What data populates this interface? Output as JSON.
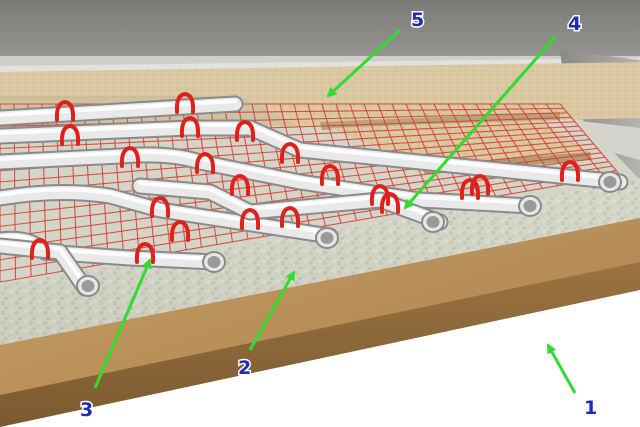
{
  "callouts": [
    {
      "number": "1"
    },
    {
      "number": "2"
    },
    {
      "number": "3"
    },
    {
      "number": "4"
    },
    {
      "number": "5"
    }
  ],
  "colors": {
    "wall": "#8f8e8b",
    "wall_trim": "#d4d3cf",
    "base_slab": "#b68c57",
    "insulation": "#d2d4c6",
    "screed": "#d8c7a0",
    "mesh": "#d93a2c",
    "pipe": "#eeeeee",
    "clip": "#e0201a",
    "arrow": "#2fdc2f",
    "label": "#1d2bb8"
  },
  "icons": {
    "arrow": "arrow-icon"
  }
}
